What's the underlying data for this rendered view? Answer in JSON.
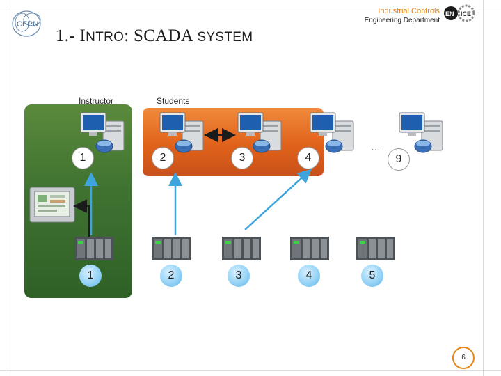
{
  "header": {
    "title_prefix": "1.- I",
    "title_intro_rest": "NTRO",
    "title_colon": ":",
    "title_scada": "SCADA",
    "title_system": "SYSTEM",
    "org_line1": "Industrial Controls",
    "org_line2": "Engineering Department",
    "logo_left_text": "CERN",
    "logo_right_en": "EN",
    "logo_right_ice": "ICE"
  },
  "labels": {
    "instructor": "Instructor",
    "students": "Students"
  },
  "computers": [
    {
      "number": "1"
    },
    {
      "number": "2"
    },
    {
      "number": "3"
    },
    {
      "number": "4"
    },
    {
      "number": "9"
    }
  ],
  "ellipsis": "…",
  "plcs": [
    {
      "number": "1"
    },
    {
      "number": "2"
    },
    {
      "number": "3"
    },
    {
      "number": "4"
    },
    {
      "number": "5"
    }
  ],
  "page_number": "6",
  "colors": {
    "accent_orange": "#e8861a",
    "connection_blue": "#3da5db",
    "panel_green": "#3f7231",
    "panel_orange": "#e0621a"
  }
}
